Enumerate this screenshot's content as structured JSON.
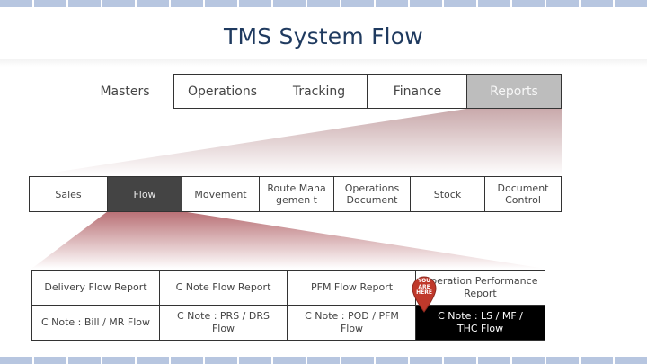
{
  "title": "TMS System Flow",
  "top_tabs": [
    "Masters",
    "Operations",
    "Tracking",
    "Finance",
    "Reports"
  ],
  "active_top_tab": "Reports",
  "sub_items": [
    "Sales",
    "Flow",
    "Movement",
    "Route Managemen t",
    "Operations Document",
    "Stock",
    "Document Control"
  ],
  "active_sub_item": "Flow",
  "report_items": [
    "Delivery Flow Report",
    "C Note Flow Report",
    "PFM Flow Report",
    "Operation Performance Report",
    "C Note : Bill / MR Flow",
    "C Note : PRS / DRS Flow",
    "C Note : POD / PFM Flow",
    "C Note : LS / MF / THC Flow"
  ],
  "active_report_item": "C Note : LS / MF / THC Flow",
  "marker": {
    "icon": "map-pin-icon",
    "text": "YOU ARE HERE",
    "color": "#c0392b"
  },
  "colors": {
    "title": "#1f3a5f",
    "funnel_top": "#c9a9ab",
    "funnel_flow": "#b86f74",
    "marker": "#c0392b"
  }
}
